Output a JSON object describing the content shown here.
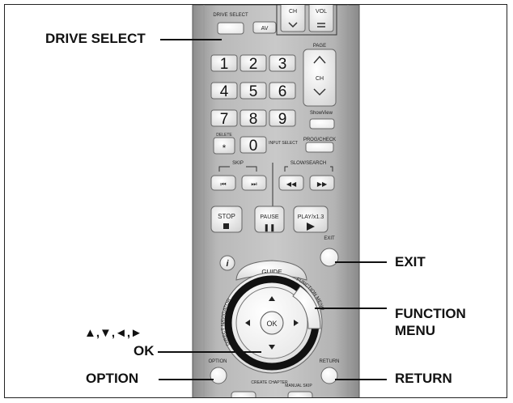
{
  "remote": {
    "top_labels": {
      "drive_select": "DRIVE SELECT",
      "av": "AV",
      "ch": "CH",
      "vol": "VOL"
    },
    "digits": [
      "1",
      "2",
      "3",
      "4",
      "5",
      "6",
      "7",
      "8",
      "9",
      "0"
    ],
    "page": "PAGE",
    "ch": "CH",
    "showview": "ShowView",
    "delete": "DELETE",
    "input_select": "INPUT SELECT",
    "prog_check": "PROG/CHECK",
    "skip": "SKIP",
    "slow_search": "SLOW/SEARCH",
    "stop": "STOP",
    "pause": "PAUSE",
    "play": "PLAY/x1.3",
    "exit": "EXIT",
    "info": "i",
    "guide": "GUIDE",
    "direct_navigator": "DIRECT NAVIGATOR",
    "function_menu_btn": "FUNCTION MENU",
    "ok": "OK",
    "option": "OPTION",
    "return": "RETURN",
    "create_chapter": "CREATE CHAPTER",
    "manual_skip": "MANUAL SKIP"
  },
  "callouts": {
    "drive_select": "DRIVE SELECT",
    "exit": "EXIT",
    "function_menu_line1": "FUNCTION",
    "function_menu_line2": "MENU",
    "arrows": "▲,▼,◄,►",
    "ok": "OK",
    "option": "OPTION",
    "return": "RETURN"
  }
}
